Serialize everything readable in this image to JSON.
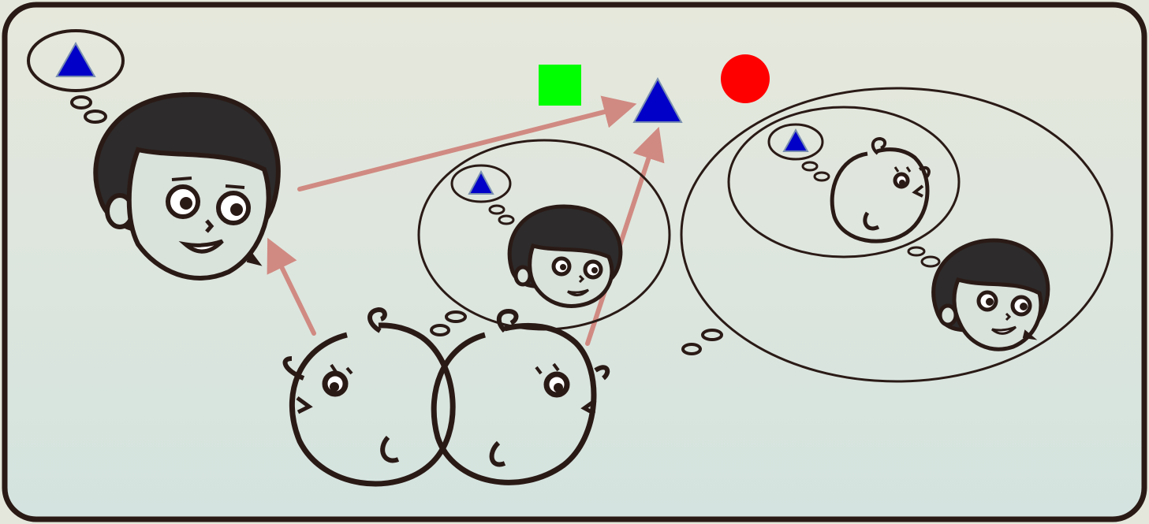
{
  "colors": {
    "background_top": "#e6e8dc",
    "background_bottom": "#d4e3df",
    "frame": "#2a1a16",
    "hair": "#2d2b2b",
    "arrow": "#d08a82",
    "triangle": "#0000c8",
    "square": "#00ff00",
    "circle": "#ff0000"
  },
  "objects": [
    {
      "shape": "square",
      "color": "green"
    },
    {
      "shape": "triangle",
      "color": "blue"
    },
    {
      "shape": "circle",
      "color": "red"
    }
  ],
  "figures": [
    {
      "name": "mother-left",
      "thinks_of": "triangle"
    },
    {
      "name": "baby-left",
      "looks_at": "mother-left"
    },
    {
      "name": "baby-right",
      "looks_at": "triangle",
      "thinks_of": "mother-middle"
    },
    {
      "name": "mother-middle",
      "thinks_of": "triangle"
    },
    {
      "name": "mother-right",
      "thinks_of": "baby-inner"
    },
    {
      "name": "baby-inner",
      "thinks_of": "triangle"
    }
  ]
}
